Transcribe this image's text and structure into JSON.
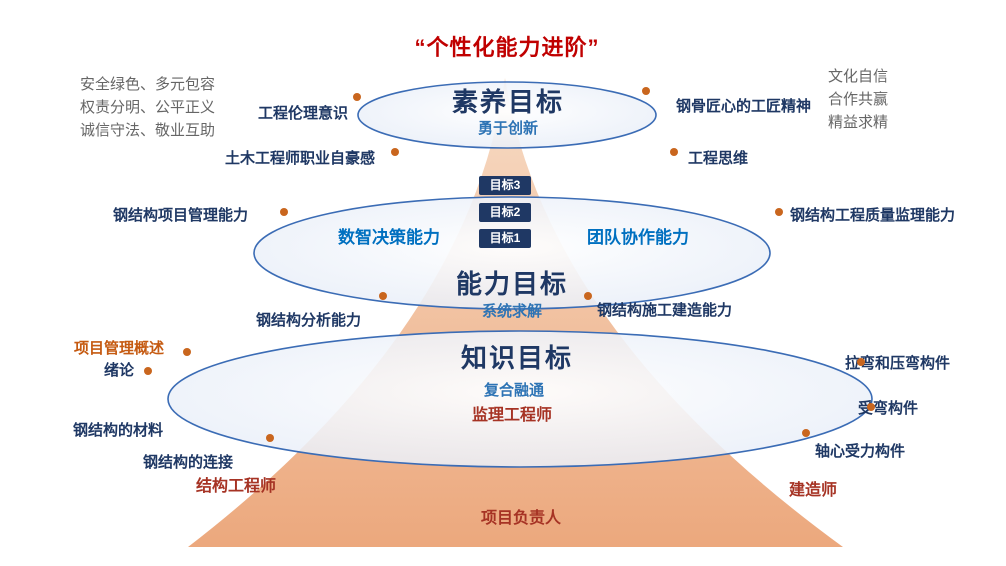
{
  "title": "“个性化能力进阶”",
  "goal_boxes": [
    "目标3",
    "目标2",
    "目标1"
  ],
  "quality_level": {
    "title": "素养目标",
    "motto": "勇于创新",
    "left_notes": [
      "安全绿色、多元包容",
      "权责分明、公平正义",
      "诚信守法、敬业互助"
    ],
    "right_notes": [
      "文化自信",
      "合作共赢",
      "精益求精"
    ],
    "ethics": "工程伦理意识",
    "pride": "土木工程师职业自豪感",
    "craftsman": "钢骨匠心的工匠精神",
    "thinking": "工程思维"
  },
  "ability_level": {
    "title": "能力目标",
    "motto": "系统求解",
    "project_management": "钢结构项目管理能力",
    "digital_decision": "数智决策能力",
    "teamwork": "团队协作能力",
    "quality_supervision": "钢结构工程质量监理能力",
    "analysis": "钢结构分析能力",
    "construction": "钢结构施工建造能力"
  },
  "knowledge_level": {
    "title": "知识目标",
    "motto": "复合融通",
    "supervisor_role": "监理工程师",
    "pm_overview": "项目管理概述",
    "introduction": "绪论",
    "materials": "钢结构的材料",
    "connections": "钢结构的连接",
    "tension_compression_bending": "拉弯和压弯构件",
    "bending_members": "受弯构件",
    "axial_members": "轴心受力构件",
    "structural_engineer_role": "结构工程师",
    "constructor_role": "建造师",
    "project_leader_role": "项目负责人"
  },
  "colors": {
    "title_red": "#C00000",
    "navy": "#1F3864",
    "blue": "#2E74B5",
    "bright_blue": "#0070C0",
    "brick_red": "#A63324",
    "orange_brown": "#C55A11",
    "note_gray": "#666666",
    "cone_top": "#F7DCC6",
    "cone_bottom": "#ECA87D",
    "ellipse_stroke": "#3B6CB5",
    "dot_orange": "#C9661E"
  }
}
